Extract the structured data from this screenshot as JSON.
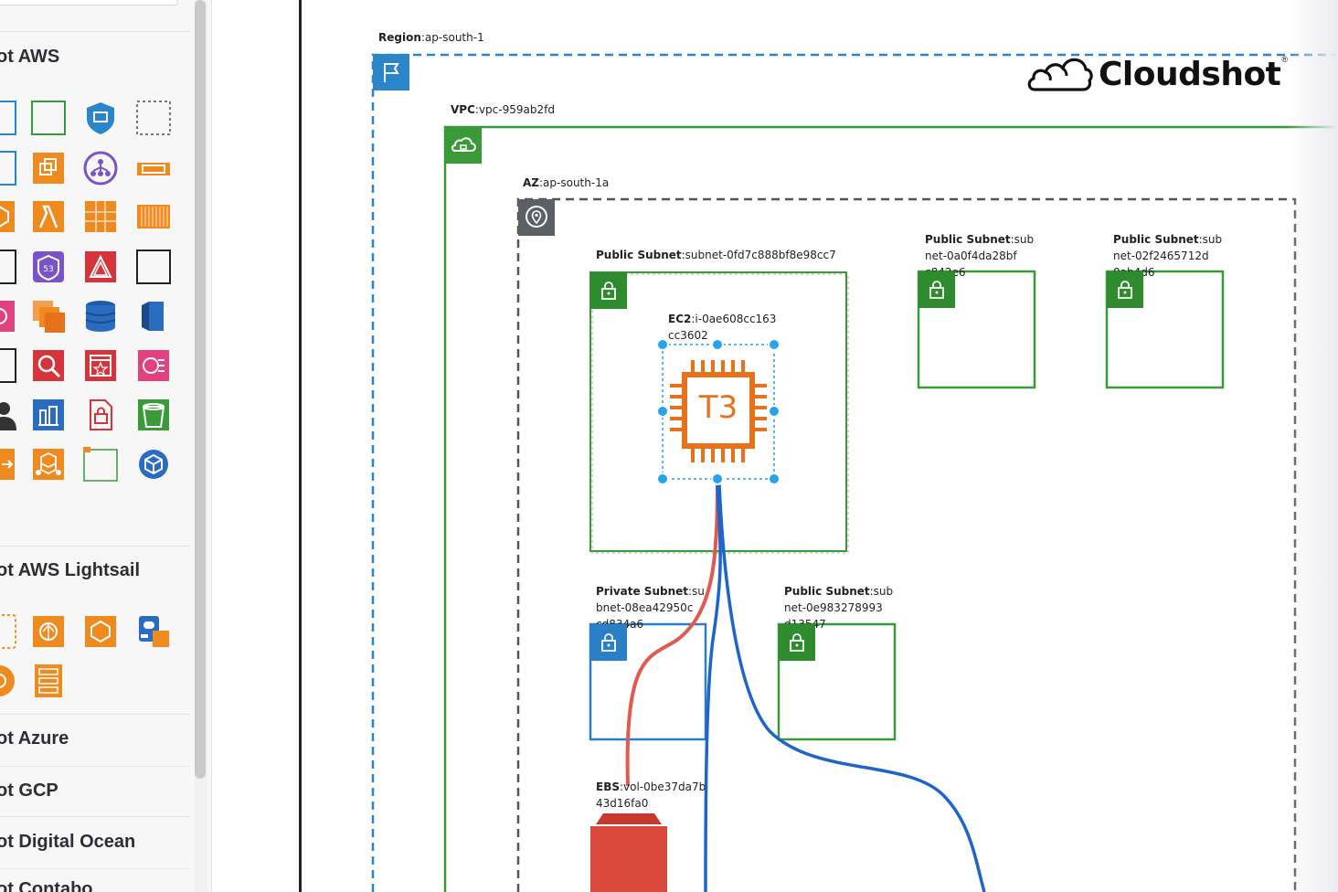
{
  "sidebar": {
    "sections": [
      {
        "title": "ot AWS"
      },
      {
        "title": "ot AWS Lightsail"
      },
      {
        "title": "ot Azure"
      },
      {
        "title": "ot GCP"
      },
      {
        "title": "ot Digital Ocean"
      },
      {
        "title": "ot Contabo"
      }
    ],
    "aws_icons": [
      "vpc-group-icon",
      "public-subnet-group-icon",
      "security-group-icon",
      "generic-group-icon",
      "private-subnet-group-icon",
      "ec2-instances-icon",
      "network-load-balancer-icon",
      "ec2-container-icon",
      "ec2-icon",
      "lambda-icon",
      "ecs-cluster-icon",
      "elastic-block-icon",
      "corporate-group-icon",
      "s3-icon",
      "trusted-advisor-icon",
      "region-group-icon",
      "cloudwatch-icon",
      "ec2-multiple-icon",
      "dynamodb-icon",
      "rds-icon",
      "outline-group-icon",
      "inspector-icon",
      "cloudformation-icon",
      "eventbridge-icon",
      "user-icon",
      "iam-policy-icon",
      "certificate-icon",
      "s3-bucket-icon",
      "auto-scaling-icon",
      "elastic-beanstalk-icon",
      "spot-fleet-icon",
      "cloudfront-icon"
    ],
    "lightsail_icons": [
      "lightsail-group-icon",
      "lightsail-instance-icon",
      "lightsail-container-icon",
      "lightsail-database-icon",
      "lightsail-loadbalancer-icon",
      "lightsail-storage-icon"
    ]
  },
  "diagram": {
    "region": {
      "key": "Region",
      "value": "ap-south-1"
    },
    "vpc": {
      "key": "VPC",
      "value": "vpc-959ab2fd"
    },
    "az": {
      "key": "AZ",
      "value": "ap-south-1a"
    },
    "subnets": [
      {
        "line1_key": "Public Subnet",
        "line1": ":subnet-0fd7c888bf8e98cc7",
        "line2": "",
        "type": "public"
      },
      {
        "line1_key": "Public Subnet",
        "line1": ":sub",
        "line2": "net-0a0f4da28bf",
        "line3": "c842e6",
        "type": "public"
      },
      {
        "line1_key": "Public Subnet",
        "line1": ":sub",
        "line2": "net-02f2465712d",
        "line3": "0ab4d6",
        "type": "public"
      },
      {
        "line1_key": "Private Subnet",
        "line1": ":su",
        "line2": "bnet-08ea42950c",
        "line3": "cd834a6",
        "type": "private"
      },
      {
        "line1_key": "Public Subnet",
        "line1": ":sub",
        "line2": "net-0e983278993",
        "line3": "d13547",
        "type": "public"
      }
    ],
    "ec2": {
      "key": "EC2",
      "line1": ":i-0ae608cc163",
      "line2": "cc3602",
      "chip_label": "T3"
    },
    "ebs": {
      "key": "EBS",
      "line1": ":vol-0be37da7b",
      "line2": "43d16fa0"
    },
    "colors": {
      "region": "#2a86c9",
      "vpc": "#3a9a3a",
      "az": "#555555",
      "ec2": "#e8721a",
      "ebs": "#d94a3d",
      "edge_red": "#e05a4f",
      "edge_blue": "#1f64c8",
      "selection": "#27a3ee"
    }
  },
  "brand": {
    "name": "Cloudshot",
    "mark": "®"
  }
}
